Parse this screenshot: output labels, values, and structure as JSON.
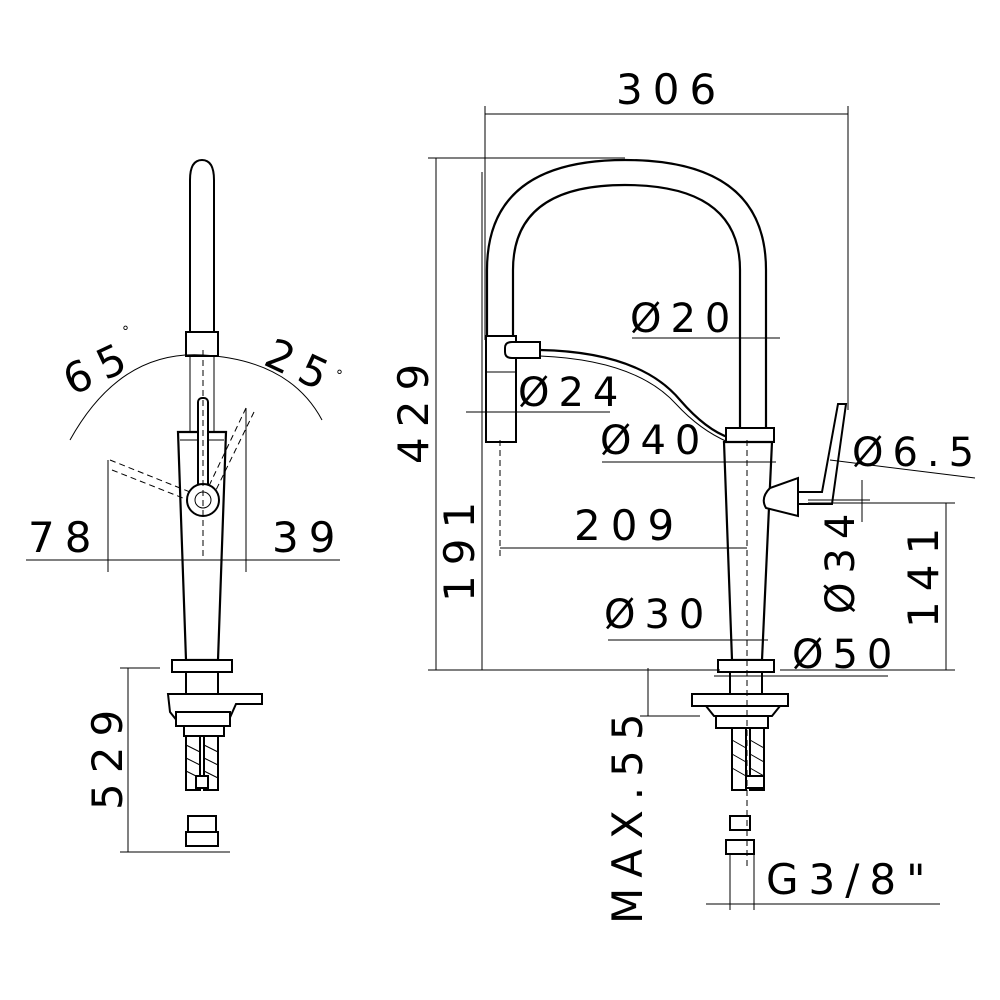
{
  "side_view": {
    "angle_left": "65",
    "angle_right": "25",
    "degree_mark": "°",
    "width_left": "78",
    "width_right": "39",
    "depth": "529"
  },
  "front_view": {
    "width": "306",
    "height": "429",
    "spout_diameter": "Ø20",
    "handshower_diameter": "Ø24",
    "body_top_diameter": "Ø40",
    "lever_diameter": "Ø6.5",
    "reach": "209",
    "height_to_outlet": "191",
    "lever_hub_diameter": "Ø34",
    "lever_height": "141",
    "body_bottom_diameter": "Ø30",
    "base_diameter": "Ø50",
    "max_deck": "MAX.55",
    "connection": "G3/8\""
  }
}
